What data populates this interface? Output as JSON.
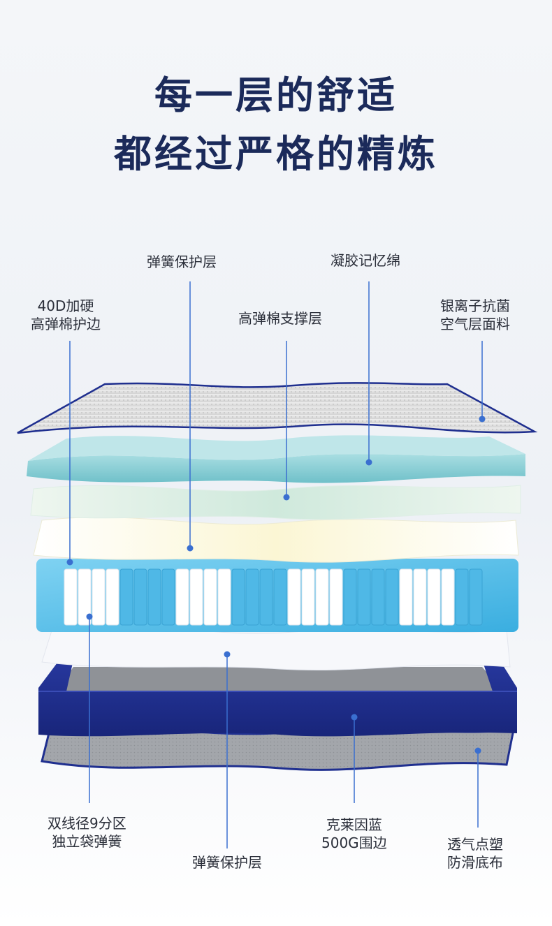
{
  "headline": {
    "line1": "每一层的舒适",
    "line2": "都经过严格的精炼"
  },
  "labels": {
    "spring_protect_top": "弹簧保护层",
    "gel_memory_foam": "凝胶记忆绵",
    "edge_line1": "40D加硬",
    "edge_line2": "高弹棉护边",
    "support_layer": "高弹棉支撑层",
    "fabric_line1": "银离子抗菌",
    "fabric_line2": "空气层面料",
    "spring_line1": "双线径9分区",
    "spring_line2": "独立袋弹簧",
    "spring_protect_bottom": "弹簧保护层",
    "border_line1": "克莱因蓝",
    "border_line2": "500G围边",
    "base_line1": "透气点塑",
    "base_line2": "防滑底布"
  },
  "colors": {
    "title": "#1b2a5a",
    "pointer": "#3a6fd0",
    "top_fabric": "#dcdcdc",
    "gel": "#8fd0d6",
    "support": "#d8ece2",
    "cream": "#fbf8df",
    "spring_blue": "#5bc2ec",
    "border_blue": "#1f2f8f",
    "base_gray": "#9a9da3"
  }
}
